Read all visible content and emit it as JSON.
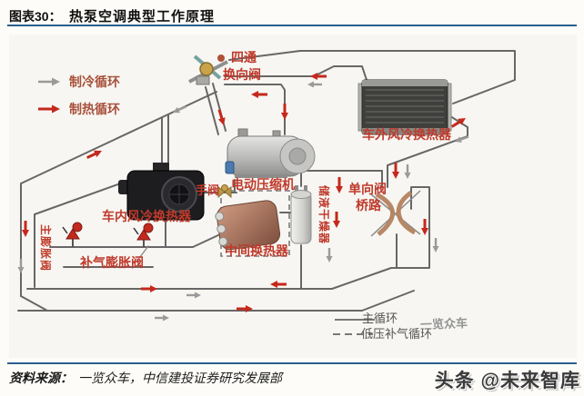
{
  "header": {
    "figure_label": "图表30：",
    "figure_title": "热泵空调典型工作原理"
  },
  "cycle_legend": {
    "cooling": "制冷循环",
    "heating": "制热循环"
  },
  "components": {
    "four_way_valve_line1": "四通",
    "four_way_valve_line2": "换向阀",
    "outdoor_heat_exchanger": "车外风冷换热器",
    "compressor": "电动压缩机",
    "indoor_heat_exchanger": "车内风冷换热器",
    "hand_valve": "手阀",
    "intermediate_heat_exchanger": "中间换热器",
    "receiver_drier": "储液干燥器",
    "check_valve_bridge_line1": "单向阀",
    "check_valve_bridge_line2": "桥路",
    "main_expansion_valve": "主膨胀阀",
    "supplementary_expansion_valve": "补气膨胀阀"
  },
  "loop_legend": {
    "main_loop": "主循环",
    "low_pressure_loop": "低压补气循环"
  },
  "watermark": "一览众车",
  "footer": {
    "source_label": "资料来源：",
    "source_text": "一览众车，中信建投证券研究发展部",
    "brand": "头条 @未来智库"
  },
  "colors": {
    "accent_rule": "#2a5f8f",
    "label_red": "#bf3a2b",
    "heating_arrow": "#c5281c",
    "cooling_arrow": "#9a9a9a"
  }
}
